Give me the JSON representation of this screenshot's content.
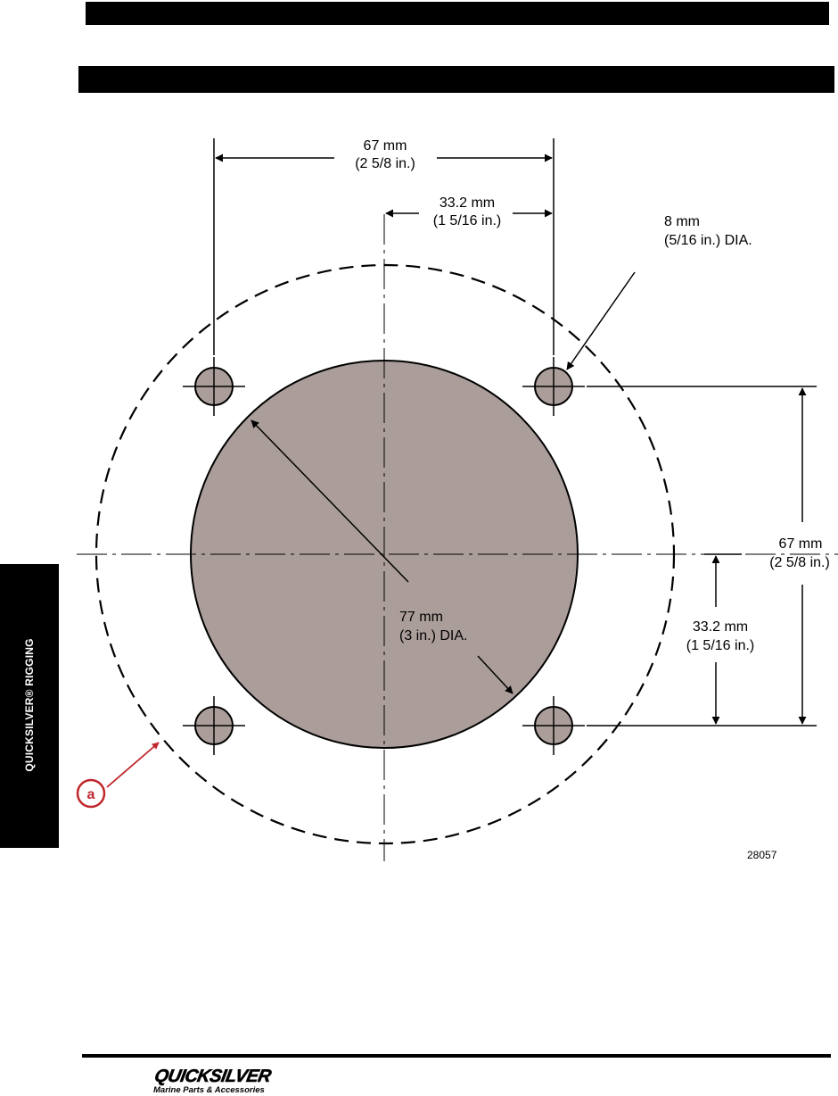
{
  "sidebar": {
    "section_label": "QUICKSILVER® RIGGING"
  },
  "diagram": {
    "dims": {
      "top_overall": {
        "mm": "67 mm",
        "in": "(2 5/8 in.)"
      },
      "top_half": {
        "mm": "33.2 mm",
        "in": "(1 5/16 in.)"
      },
      "hole": {
        "mm": "8 mm",
        "in": "(5/16 in.) DIA."
      },
      "right_overall": {
        "mm": "67 mm",
        "in": "(2 5/8 in.)"
      },
      "right_half": {
        "mm": "33.2 mm",
        "in": "(1 5/16 in.)"
      },
      "center": {
        "mm": "77 mm",
        "in": "(3 in.) DIA."
      }
    },
    "callout": "a",
    "figure_number": "28057",
    "colors": {
      "fill": "#ab9e9a",
      "callout": "#c0262c"
    }
  },
  "footer": {
    "brand": "QUICKSILVER",
    "tagline": "Marine Parts & Accessories"
  }
}
